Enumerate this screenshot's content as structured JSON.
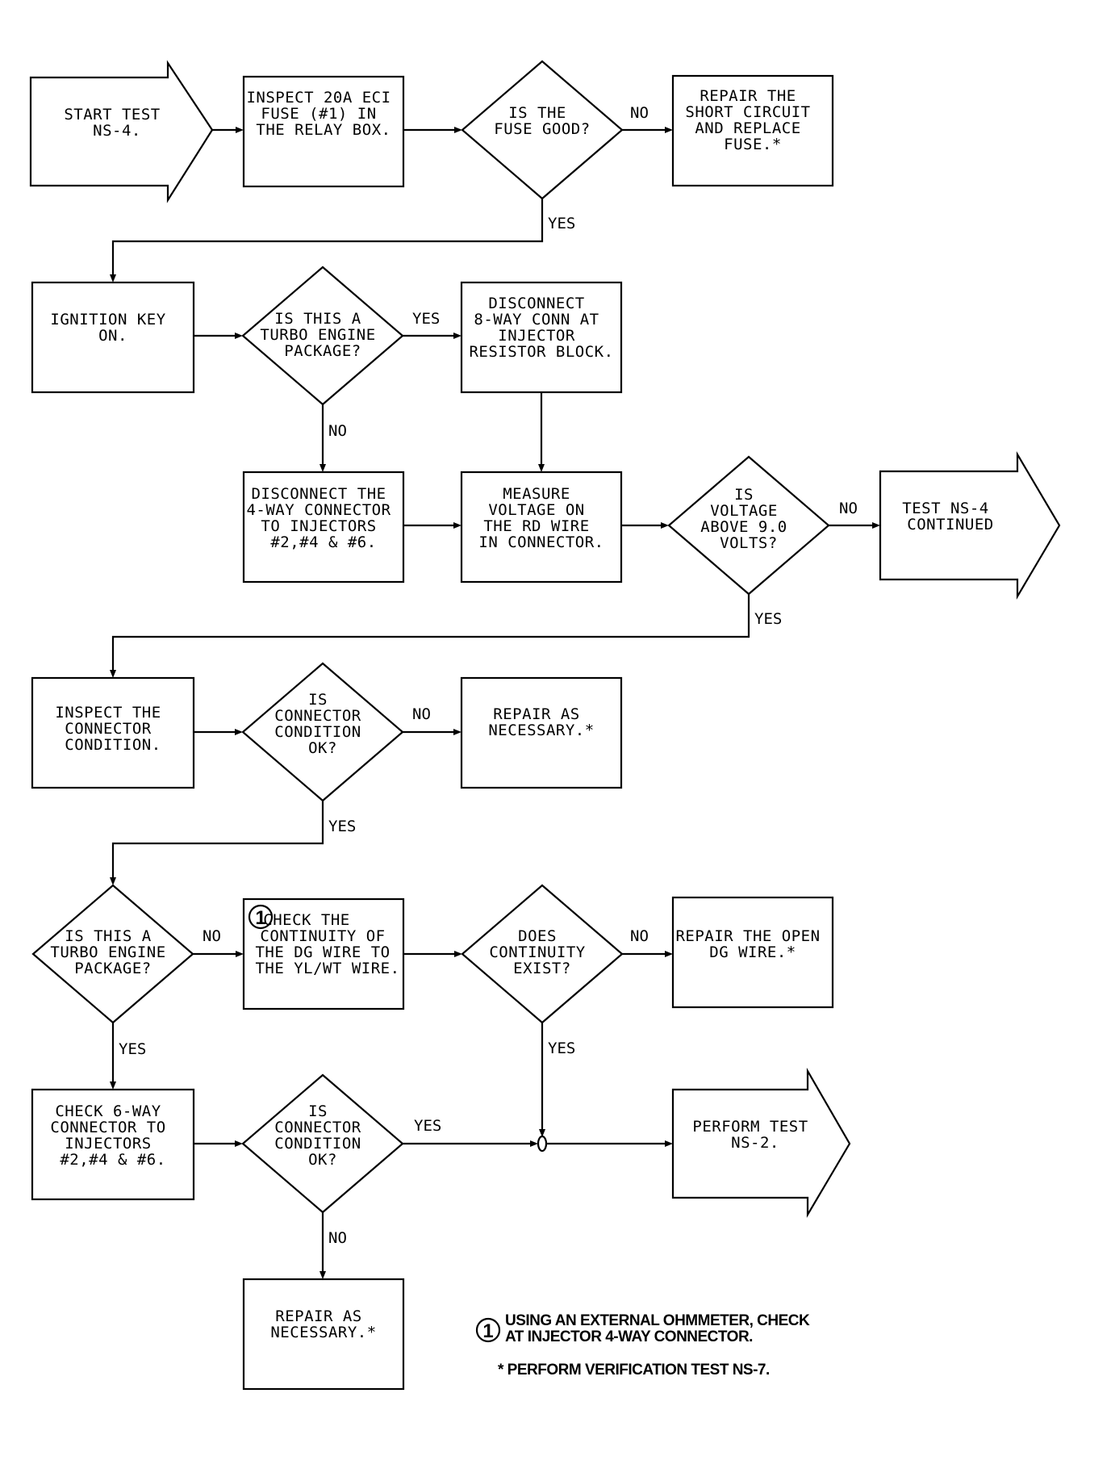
{
  "steps": {
    "start": [
      "START TEST",
      "NS-4."
    ],
    "inspect_fuse": [
      "INSPECT 20A ECI",
      "FUSE (#1) IN",
      "THE RELAY BOX."
    ],
    "fuse_good": [
      "IS THE",
      "FUSE GOOD?"
    ],
    "repair_short": [
      "REPAIR THE",
      "SHORT CIRCUIT",
      "AND REPLACE",
      "FUSE.*"
    ],
    "ignition_on": [
      "IGNITION KEY",
      "ON."
    ],
    "turbo_1": [
      "IS THIS A",
      "TURBO ENGINE",
      "PACKAGE?"
    ],
    "disconnect_8way": [
      "DISCONNECT",
      "8-WAY CONN AT",
      "INJECTOR",
      "RESISTOR BLOCK."
    ],
    "disconnect_4way": [
      "DISCONNECT THE",
      "4-WAY CONNECTOR",
      "TO INJECTORS",
      "#2,#4 & #6."
    ],
    "measure_voltage": [
      "MEASURE",
      "VOLTAGE ON",
      "THE RD WIRE",
      "IN CONNECTOR."
    ],
    "voltage_above": [
      "IS",
      "VOLTAGE",
      "ABOVE 9.0",
      "VOLTS?"
    ],
    "ns4_continued": [
      "TEST NS-4",
      "CONTINUED"
    ],
    "inspect_connector": [
      "INSPECT THE",
      "CONNECTOR",
      "CONDITION."
    ],
    "connector_ok_1": [
      "IS",
      "CONNECTOR",
      "CONDITION",
      "OK?"
    ],
    "repair_necessary_1": [
      "REPAIR AS",
      "NECESSARY.*"
    ],
    "turbo_2": [
      "IS THIS A",
      "TURBO ENGINE",
      "PACKAGE?"
    ],
    "check_continuity": [
      "CHECK THE",
      "CONTINUITY OF",
      "THE DG WIRE TO",
      "THE YL/WT WIRE."
    ],
    "continuity_exist": [
      "DOES",
      "CONTINUITY",
      "EXIST?"
    ],
    "repair_open_dg": [
      "REPAIR THE OPEN",
      "DG WIRE.*"
    ],
    "check_6way": [
      "CHECK 6-WAY",
      "CONNECTOR TO",
      "INJECTORS",
      "#2,#4 & #6."
    ],
    "connector_ok_2": [
      "IS",
      "CONNECTOR",
      "CONDITION",
      "OK?"
    ],
    "perform_ns2": [
      "PERFORM TEST",
      "NS-2."
    ],
    "repair_necessary_2": [
      "REPAIR AS",
      "NECESSARY.*"
    ]
  },
  "labels": {
    "yes": "YES",
    "no": "NO"
  },
  "callout_number": "1",
  "notes": {
    "note1": [
      "USING AN EXTERNAL OHMMETER, CHECK",
      "AT INJECTOR 4-WAY CONNECTOR."
    ],
    "note2": "* PERFORM VERIFICATION TEST NS-7."
  }
}
